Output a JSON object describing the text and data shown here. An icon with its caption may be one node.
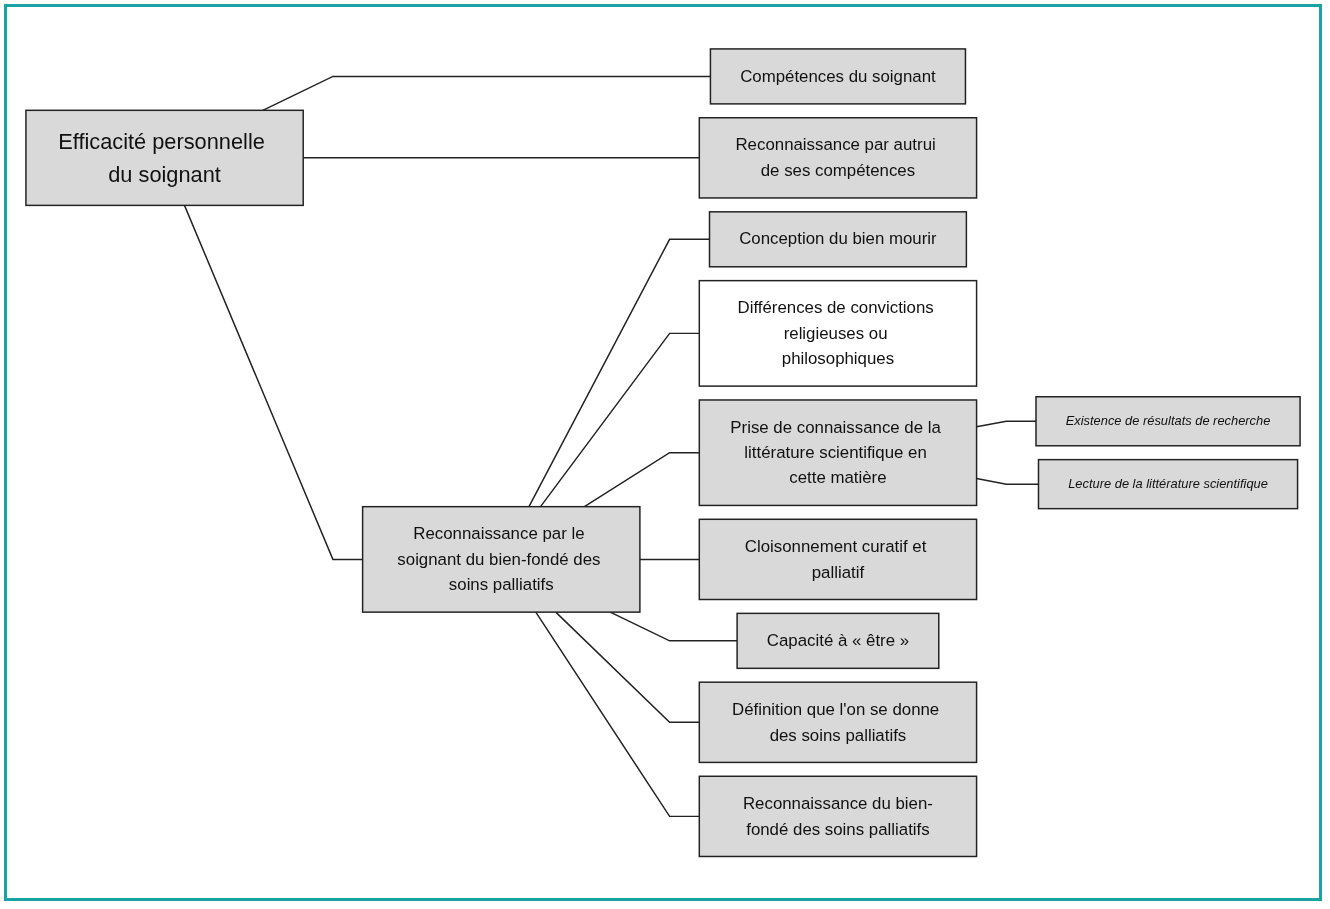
{
  "diagram": {
    "nodes": [
      {
        "text": [
          "Efficacité personnelle du soignant"
        ]
      },
      {
        "text": [
          "Compétences du soignant"
        ]
      },
      {
        "text": [
          "Reconnaissance par le soignant du bien-fondé des soins palliatifs"
        ]
      },
      {
        "text": [
          "Reconnaissance par autrui de ses compétences"
        ]
      },
      {
        "text": [
          "Conception du bien mourir"
        ]
      },
      {
        "text": [
          "Différences de convictions religieuses ou philosophiques"
        ]
      },
      {
        "text": [
          "Prise de connaissance de la littérature scientifique en cette matière"
        ]
      },
      {
        "text": [
          "Existence de résultats de recherche"
        ]
      },
      {
        "text": [
          "Lecture de la littérature scientifique"
        ]
      },
      {
        "text": [
          "Cloisonnement curatif et palliatif"
        ]
      },
      {
        "text": [
          "Capacité à « être »"
        ]
      },
      {
        "text": [
          "Définition que l'on se donne des soins palliatifs"
        ]
      },
      {
        "text": [
          "Reconnaissance du bien-fondé des soins palliatifs"
        ]
      }
    ],
    "edges": [
      {
        "from": 0,
        "to": 1,
        "arrow": "none"
      },
      {
        "from": 0,
        "to": 2,
        "arrow": "none"
      },
      {
        "from": 0,
        "to": 3,
        "arrow": "none"
      },
      {
        "from": 2,
        "to": 4,
        "arrow": "none"
      },
      {
        "from": 2,
        "to": 5,
        "arrow": "none"
      },
      {
        "from": 2,
        "to": 6,
        "arrow": "none"
      },
      {
        "from": 6,
        "to": 7,
        "arrow": "none"
      },
      {
        "from": 6,
        "to": 8,
        "arrow": "none"
      },
      {
        "from": 2,
        "to": 9,
        "arrow": "none"
      },
      {
        "from": 2,
        "to": 10,
        "arrow": "none"
      },
      {
        "from": 2,
        "to": 11,
        "arrow": "none"
      },
      {
        "from": 2,
        "to": 12,
        "arrow": "none"
      }
    ]
  }
}
